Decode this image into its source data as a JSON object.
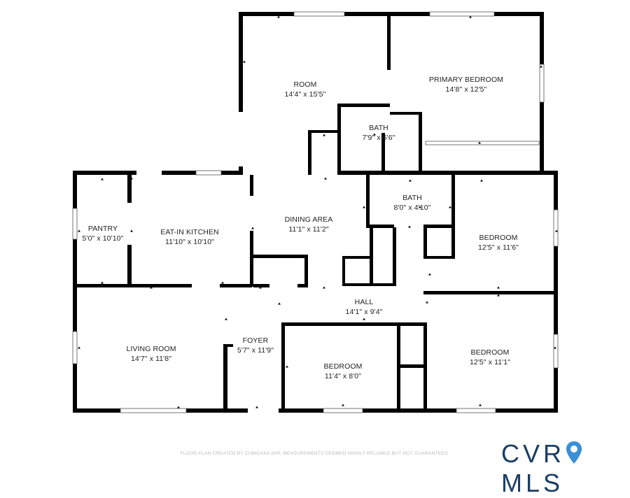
{
  "rooms": [
    {
      "id": "room",
      "name": "ROOM",
      "dims": "14'4\" x 15'5\""
    },
    {
      "id": "primary-bedroom",
      "name": "PRIMARY BEDROOM",
      "dims": "14'8\" x 12'5\""
    },
    {
      "id": "bath-upper",
      "name": "BATH",
      "dims": "7'9\" x 6'6\""
    },
    {
      "id": "pantry",
      "name": "PANTRY",
      "dims": "5'0\" x 10'10\""
    },
    {
      "id": "eat-in-kitchen",
      "name": "EAT-IN KITCHEN",
      "dims": "11'10\" x 10'10\""
    },
    {
      "id": "dining-area",
      "name": "DINING AREA",
      "dims": "11'1\" x 11'2\""
    },
    {
      "id": "bath-lower",
      "name": "BATH",
      "dims": "8'0\" x 4'10\""
    },
    {
      "id": "bedroom-right-top",
      "name": "BEDROOM",
      "dims": "12'5\" x 11'6\""
    },
    {
      "id": "hall",
      "name": "HALL",
      "dims": "14'1\" x 9'4\""
    },
    {
      "id": "living-room",
      "name": "LIVING ROOM",
      "dims": "14'7\" x 11'8\""
    },
    {
      "id": "foyer",
      "name": "FOYER",
      "dims": "5'7\" x 11'9\""
    },
    {
      "id": "bedroom-bottom-middle",
      "name": "BEDROOM",
      "dims": "11'4\" x 8'0\""
    },
    {
      "id": "bedroom-right-bottom",
      "name": "BEDROOM",
      "dims": "12'5\" x 11'1\""
    }
  ],
  "footer": "FLOOR PLAN CREATED BY CUBICASA APP. MEASUREMENTS DEEMED HIGHLY RELIABLE BUT NOT GUARANTEED.",
  "logo": {
    "before": "CVR",
    "after": "MLS",
    "icon": "location-pin-icon",
    "color": "#1b3d63",
    "accent": "#3a8fd6"
  }
}
